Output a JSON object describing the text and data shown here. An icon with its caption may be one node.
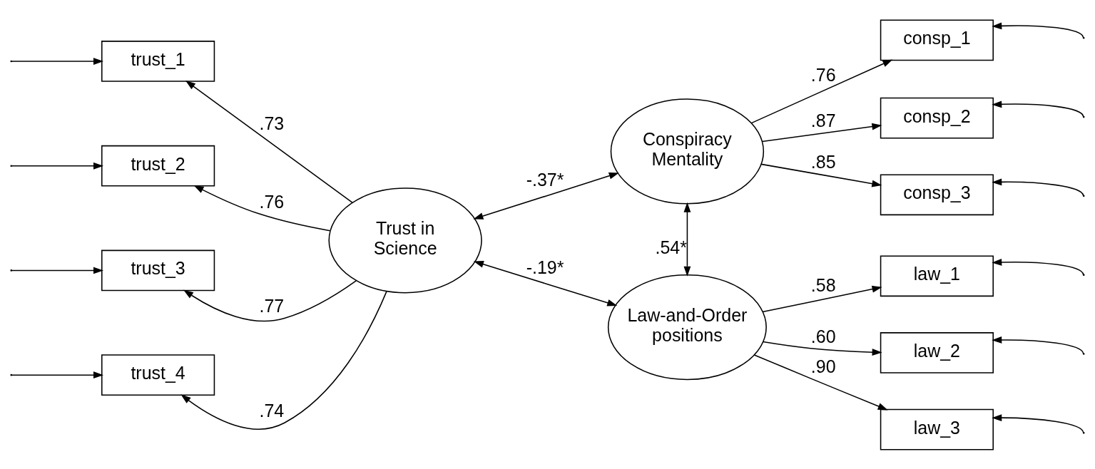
{
  "diagram": {
    "nodes": [
      {
        "text": [
          "Trust in Science"
        ]
      },
      {
        "text": [
          "Conspiracy Mentality"
        ]
      },
      {
        "text": [
          "Law-and-Order positions"
        ]
      },
      {
        "text": [
          "trust_1"
        ]
      },
      {
        "text": [
          "trust_2"
        ]
      },
      {
        "text": [
          "trust_3"
        ]
      },
      {
        "text": [
          "trust_4"
        ]
      },
      {
        "text": [
          "consp_1"
        ]
      },
      {
        "text": [
          "consp_2"
        ]
      },
      {
        "text": [
          "consp_3"
        ]
      },
      {
        "text": [
          "law_1"
        ]
      },
      {
        "text": [
          "law_2"
        ]
      },
      {
        "text": [
          "law_3"
        ]
      }
    ],
    "edges": [
      {
        "from": 0,
        "to": 3,
        "arrow": "to",
        "label": ".73"
      },
      {
        "from": 0,
        "to": 4,
        "arrow": "to",
        "label": ".76"
      },
      {
        "from": 0,
        "to": 5,
        "arrow": "to",
        "label": ".77"
      },
      {
        "from": 0,
        "to": 6,
        "arrow": "to",
        "label": ".74"
      },
      {
        "from": 0,
        "to": 1,
        "arrow": "both",
        "label": "-.37*"
      },
      {
        "from": 0,
        "to": 2,
        "arrow": "both",
        "label": "-.19*"
      },
      {
        "from": 1,
        "to": 2,
        "arrow": "both",
        "label": ".54*"
      },
      {
        "from": 1,
        "to": 7,
        "arrow": "to",
        "label": ".76"
      },
      {
        "from": 1,
        "to": 8,
        "arrow": "to",
        "label": ".87"
      },
      {
        "from": 1,
        "to": 9,
        "arrow": "to",
        "label": ".85"
      },
      {
        "from": 2,
        "to": 10,
        "arrow": "to",
        "label": ".58"
      },
      {
        "from": 2,
        "to": 11,
        "arrow": "to",
        "label": ".60"
      },
      {
        "from": 2,
        "to": 12,
        "arrow": "to",
        "label": ".90"
      },
      {
        "from": null,
        "to": 3,
        "arrow": "to"
      },
      {
        "from": null,
        "to": 4,
        "arrow": "to"
      },
      {
        "from": null,
        "to": 5,
        "arrow": "to"
      },
      {
        "from": null,
        "to": 6,
        "arrow": "to"
      },
      {
        "from": null,
        "to": 7,
        "arrow": "to"
      },
      {
        "from": null,
        "to": 8,
        "arrow": "to"
      },
      {
        "from": null,
        "to": 9,
        "arrow": "to"
      },
      {
        "from": null,
        "to": 10,
        "arrow": "to"
      },
      {
        "from": null,
        "to": 11,
        "arrow": "to"
      },
      {
        "from": null,
        "to": 12,
        "arrow": "to"
      }
    ]
  }
}
